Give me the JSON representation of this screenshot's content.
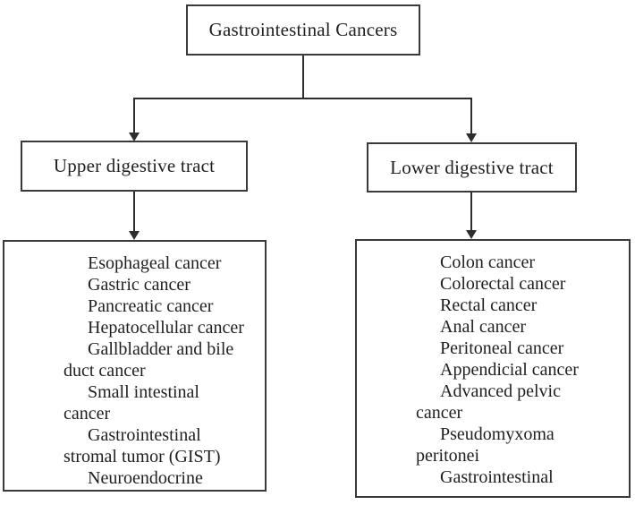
{
  "diagram": {
    "type": "flowchart",
    "colors": {
      "ink": "#2d2d2d",
      "border": "#3a3a3a",
      "background": "#ffffff"
    },
    "root": {
      "label": "Gastrointestinal Cancers"
    },
    "branches": [
      {
        "label": "Upper digestive tract",
        "items": [
          [
            "Esophageal cancer"
          ],
          [
            "Gastric cancer"
          ],
          [
            "Pancreatic cancer"
          ],
          [
            "Hepatocellular cancer"
          ],
          [
            "Gallbladder and bile",
            "duct cancer"
          ],
          [
            "Small intestinal",
            "cancer"
          ],
          [
            "Gastrointestinal",
            "stromal tumor (GIST)"
          ],
          [
            "Neuroendocrine"
          ]
        ]
      },
      {
        "label": "Lower digestive tract",
        "items": [
          [
            "Colon cancer"
          ],
          [
            "Colorectal cancer"
          ],
          [
            "Rectal cancer"
          ],
          [
            "Anal cancer"
          ],
          [
            "Peritoneal cancer"
          ],
          [
            "Appendicial cancer"
          ],
          [
            "Advanced pelvic",
            "cancer"
          ],
          [
            "Pseudomyxoma",
            "peritonei"
          ],
          [
            "Gastrointestinal"
          ]
        ]
      }
    ]
  }
}
